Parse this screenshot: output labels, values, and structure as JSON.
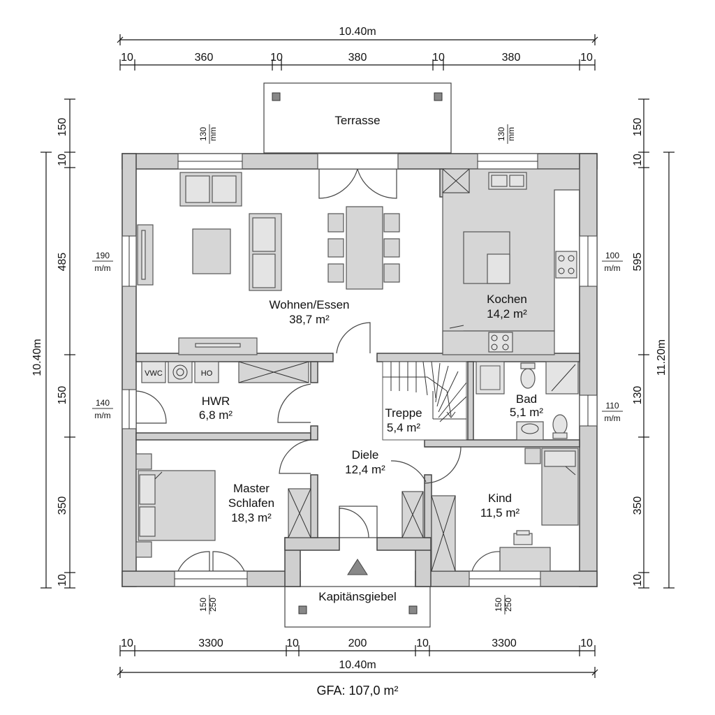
{
  "dimensions": {
    "top_total": "10.40m",
    "top_segments": [
      "10",
      "360",
      "10",
      "380",
      "10",
      "380",
      "10"
    ],
    "bottom_total": "10.40m",
    "bottom_segments": [
      "10",
      "3300",
      "10",
      "200",
      "10",
      "3300",
      "10"
    ],
    "left_total": "10.40m",
    "left_segments": [
      "150",
      "10",
      "485",
      "150",
      "350",
      "10"
    ],
    "right_total": "11.20m",
    "right_segments": [
      "150",
      "10",
      "595",
      "130",
      "350",
      "10"
    ]
  },
  "windows": {
    "living_top": [
      "130",
      "mm"
    ],
    "kitchen_top": [
      "130",
      "mm"
    ],
    "living_left": [
      "190",
      "m/m"
    ],
    "kitchen_right": [
      "100",
      "m/m"
    ],
    "hwr_left": [
      "140",
      "m/m"
    ],
    "bad_right": [
      "110",
      "m/m"
    ],
    "master_bottom": [
      "150",
      "250"
    ],
    "kind_bottom": [
      "150",
      "250"
    ]
  },
  "rooms": {
    "terrasse": "Terrasse",
    "wohnen_name": "Wohnen/Essen",
    "wohnen_area": "38,7 m²",
    "kochen_name": "Kochen",
    "kochen_area": "14,2 m²",
    "hwr_name": "HWR",
    "hwr_area": "6,8 m²",
    "treppe_name": "Treppe",
    "treppe_area": "5,4 m²",
    "bad_name": "Bad",
    "bad_area": "5,1 m²",
    "diele_name": "Diele",
    "diele_area": "12,4 m²",
    "master_name_1": "Master",
    "master_name_2": "Schlafen",
    "master_area": "18,3 m²",
    "kind_name": "Kind",
    "kind_area": "11,5 m²",
    "kapitaen": "Kapitänsgiebel"
  },
  "appliances": {
    "wc": "VWC",
    "ho": "HO"
  },
  "footer": {
    "gfa": "GFA: 107,0 m²"
  }
}
